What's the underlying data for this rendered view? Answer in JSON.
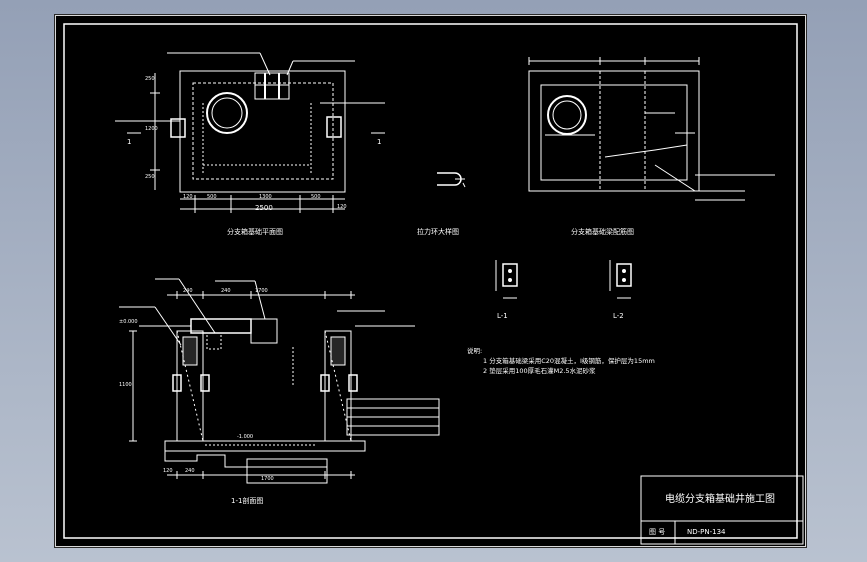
{
  "drawing": {
    "title": "电缆分支箱基础井施工图",
    "drawing_no_label": "图 号",
    "drawing_no": "ND-PN-134"
  },
  "views": {
    "plan_title": "分支箱基础平面图",
    "section_title": "1-1剖面图",
    "pull_ring_title": "拉力环大样图",
    "beam_title": "分支箱基础梁配筋图",
    "beam_l1": "L-1",
    "beam_l2": "L-2",
    "section_mark": "1"
  },
  "notes": {
    "heading": "说明:",
    "line1": "1 分支箱基础梁采用C20混凝土，Ⅰ级钢筋，保护层为15mm",
    "line2": "2 垫层采用100厚毛石灌M2.5水泥砂浆"
  },
  "plan_dims": {
    "bottom_total": "2500",
    "bottom_a": "120",
    "bottom_b": "500",
    "bottom_c": "1300",
    "bottom_d": "500",
    "bottom_e": "120",
    "left_a": "250",
    "left_b": "1200",
    "left_c": "250"
  },
  "section_dims": {
    "top_total": "1700",
    "top_a": "240",
    "top_b": "240",
    "left_h": "1100",
    "bottom_a": "120",
    "bottom_b": "240",
    "bottom_c": "1700",
    "ground_level": "±0.000",
    "floor_level": "-1.000"
  },
  "icons": {
    "frame": "drawing-border",
    "pipe": "cable-pipe-circle"
  }
}
